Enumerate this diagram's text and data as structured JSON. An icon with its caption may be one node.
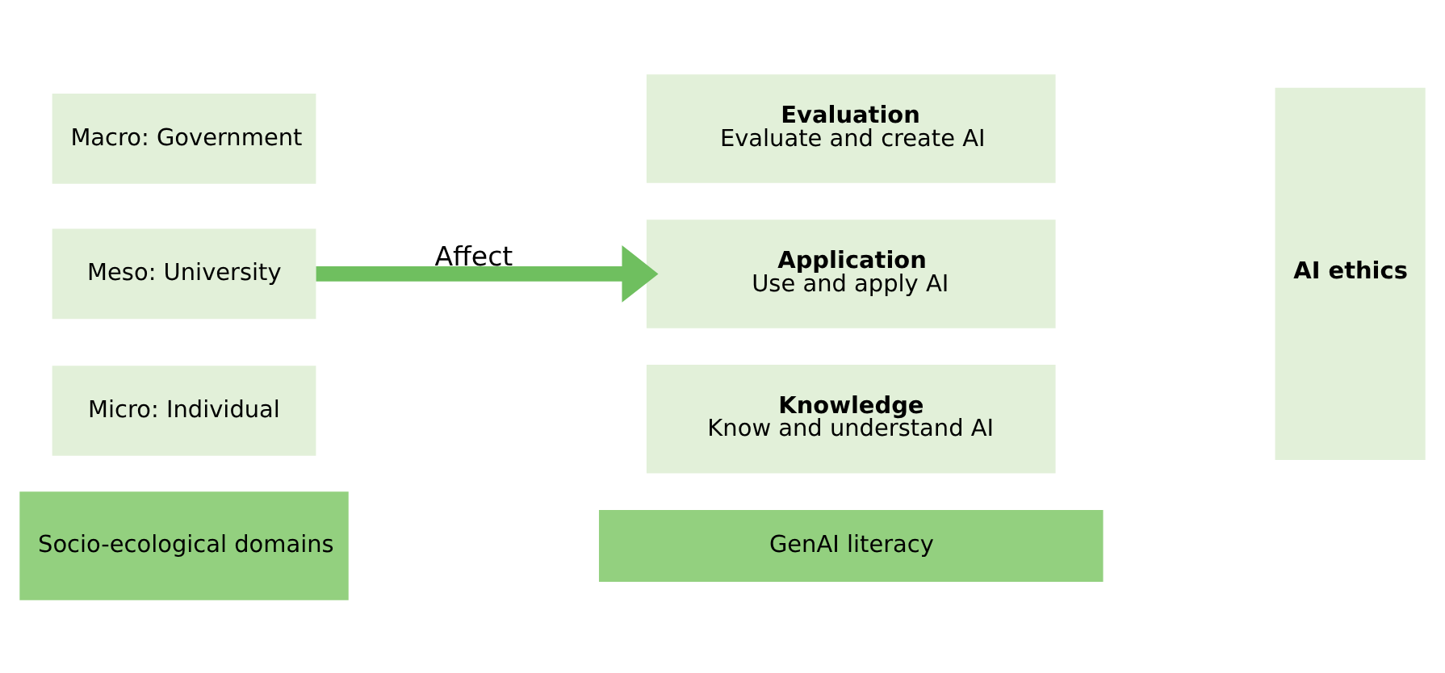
{
  "diagram": {
    "nodes": [
      {
        "text": [
          "Socio-ecological domains"
        ]
      },
      {
        "text": [
          "Micro: Individual"
        ]
      },
      {
        "text": [
          "Meso: University"
        ]
      },
      {
        "text": [
          "Macro: Government"
        ]
      },
      {
        "text": [
          "GenAI literacy"
        ]
      },
      {
        "text": [
          "Knowledge",
          "Know and understand AI"
        ]
      },
      {
        "text": [
          "Application",
          "Use and apply AI"
        ]
      },
      {
        "text": [
          "Evaluation",
          "Evaluate and create AI"
        ]
      },
      {
        "text": [
          "AI ethics"
        ]
      }
    ],
    "edges": [
      {
        "from": 2,
        "to": 6,
        "arrow": "to",
        "label": "Affect"
      }
    ]
  }
}
